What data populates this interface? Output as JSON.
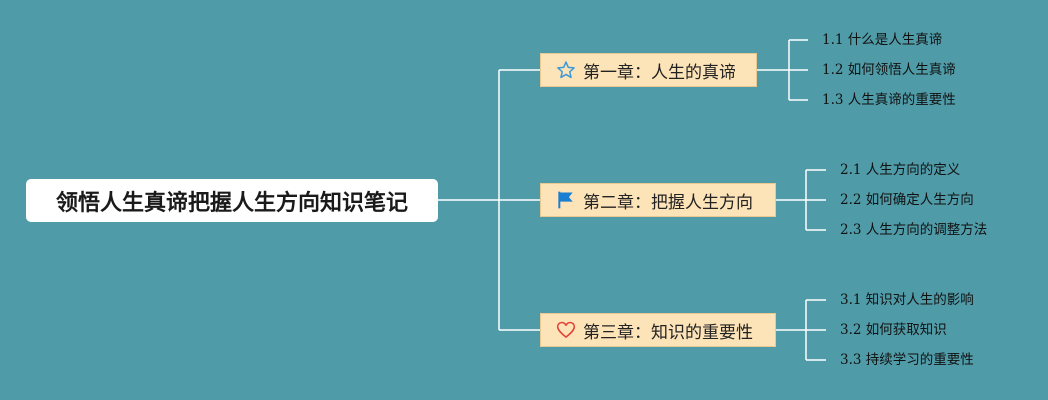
{
  "root": {
    "title": "领悟人生真谛把握人生方向知识笔记"
  },
  "chapters": [
    {
      "icon": "star-icon",
      "label": "第一章：人生的真谛",
      "sections": [
        "1.1 什么是人生真谛",
        "1.2 如何领悟人生真谛",
        "1.3 人生真谛的重要性"
      ]
    },
    {
      "icon": "flag-icon",
      "label": "第二章：把握人生方向",
      "sections": [
        "2.1 人生方向的定义",
        "2.2 如何确定人生方向",
        "2.3 人生方向的调整方法"
      ]
    },
    {
      "icon": "heart-icon",
      "label": "第三章：知识的重要性",
      "sections": [
        "3.1 知识对人生的影响",
        "3.2 如何获取知识",
        "3.3 持续学习的重要性"
      ]
    }
  ],
  "colors": {
    "background": "#4f9ba8",
    "connector": "#ffffff",
    "chapter_fill": "#fde3b8",
    "star": "#3a9ad9",
    "flag": "#1b7fd1",
    "heart": "#e0453a"
  }
}
